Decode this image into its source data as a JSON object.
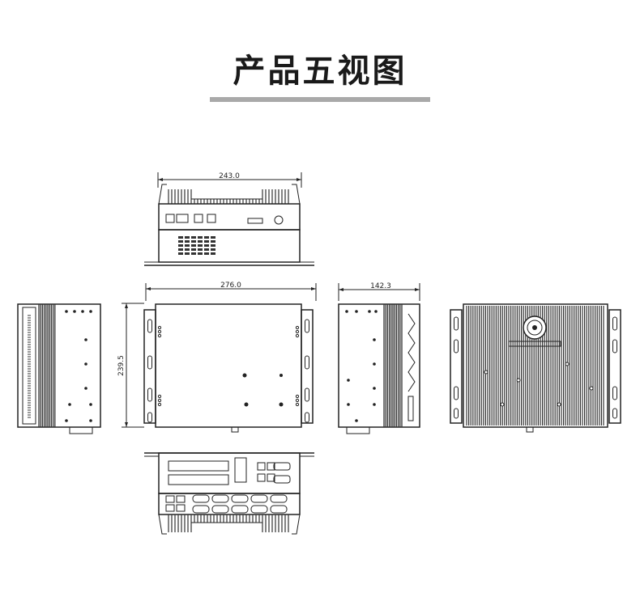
{
  "page": {
    "title": "产品五视图"
  },
  "views": {
    "top": {
      "dimension": "243.0"
    },
    "front": {
      "width_dimension": "276.0",
      "height_dimension": "239.5"
    },
    "side_right": {
      "dimension": "142.3"
    }
  },
  "colors": {
    "line": "#222222",
    "title_bar": "#a9a9a9",
    "fins": "#333333"
  }
}
